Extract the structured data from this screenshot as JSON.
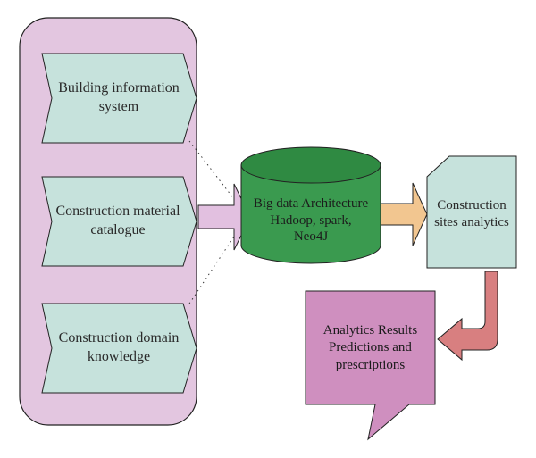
{
  "sources": [
    {
      "lines": [
        "Building information",
        "system"
      ]
    },
    {
      "lines": [
        "Construction material",
        "catalogue"
      ]
    },
    {
      "lines": [
        "Construction domain",
        "knowledge"
      ]
    }
  ],
  "big_data": {
    "lines": [
      "Big data Architecture",
      "Hadoop, spark,",
      "Neo4J"
    ]
  },
  "analytics": {
    "lines": [
      "Construction",
      "sites analytics"
    ]
  },
  "results": {
    "lines": [
      "Analytics Results",
      "Predictions and",
      "prescriptions"
    ]
  },
  "colors": {
    "container_fill": "#e3c6e0",
    "source_fill": "#c6e2dc",
    "cylinder_fill": "#3a9a4f",
    "cylinder_top": "#2f8a42",
    "analytics_fill": "#c6e2dc",
    "results_fill": "#cf8fbf",
    "arrow_purple": "#e2c0e0",
    "arrow_orange": "#f2c690",
    "arrow_red": "#d87f80",
    "stroke": "#222222"
  }
}
